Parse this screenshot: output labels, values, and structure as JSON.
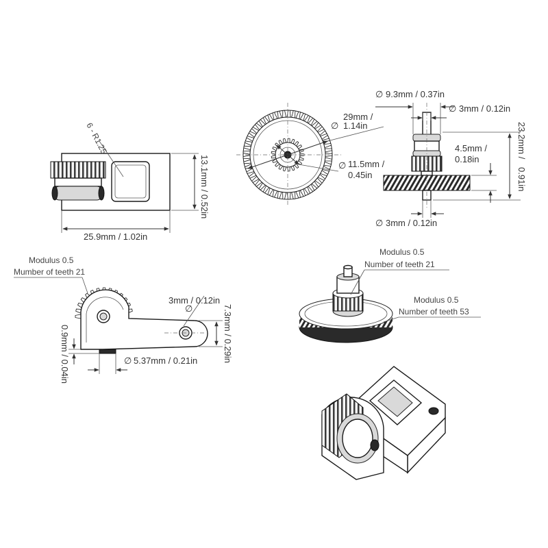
{
  "colors": {
    "line": "#333333",
    "part": "#1a1a1a",
    "background": "#ffffff"
  },
  "front_view": {
    "fillet_note": "6 - R1.25",
    "height_label": "13.1mm / 0.52in",
    "width_label": "25.9mm / 1.02in"
  },
  "gear_view": {
    "outer_diameter_label_1": "29mm /",
    "outer_diameter_label_2": "1.14in",
    "pinion_diameter_label_1": "11.5mm /",
    "pinion_diameter_label_2": "0.45in"
  },
  "gear_side_view": {
    "collar_diameter_label": "9.3mm / 0.37in",
    "shaft_top_label": "3mm / 0.12in",
    "total_height_label_1": "23.2mm /",
    "total_height_label_2": "0.91in",
    "gear_height_label_1": "4.5mm /",
    "gear_height_label_2": "0.18in",
    "shaft_bottom_label": "3mm / 0.12in"
  },
  "lever_view": {
    "modulus_label": "Modulus 0.5",
    "teeth_label": "Mumber of teeth 21",
    "hole_label": "3mm / 0.12in",
    "height_label": "7.3mm / 0.29in",
    "offset_label": "0.9mm / 0.04in",
    "bore_label": "5.37mm / 0.21in"
  },
  "gear_3d_view": {
    "small_modulus_label": "Modulus 0.5",
    "small_teeth_label": "Number of teeth 21",
    "large_modulus_label": "Modulus 0.5",
    "large_teeth_label": "Number of teeth 53"
  },
  "icons": [
    "diameter-symbol"
  ]
}
